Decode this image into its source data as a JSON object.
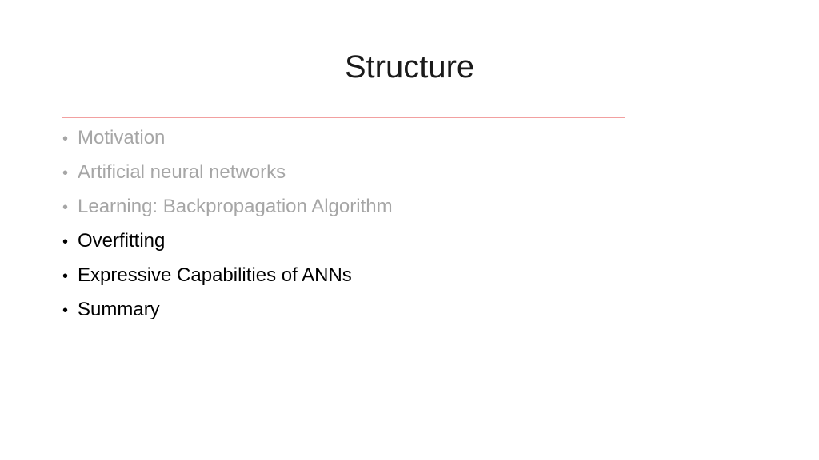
{
  "slide": {
    "title": "Structure",
    "accent_color": "#f2a0a0",
    "bullet_glyph": "•",
    "items": [
      {
        "label": "Motivation",
        "state": "dim"
      },
      {
        "label": "Artificial neural networks",
        "state": "dim"
      },
      {
        "label": "Learning: Backpropagation Algorithm",
        "state": "dim"
      },
      {
        "label": "Overfitting",
        "state": "active"
      },
      {
        "label": "Expressive Capabilities of ANNs",
        "state": "active"
      },
      {
        "label": "Summary",
        "state": "active"
      }
    ]
  }
}
